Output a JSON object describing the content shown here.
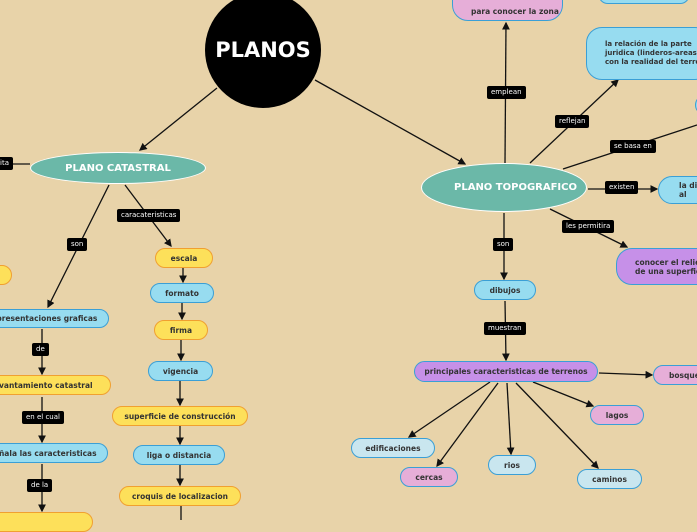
{
  "root": {
    "label": "PLANOS"
  },
  "catastral": {
    "label": "PLANO CATASTRAL",
    "edge_left": "ita",
    "edge_caracteristicas": "caracateristicas",
    "edge_son": "son",
    "edge_de": "de",
    "edge_en_el_cual": "en el cual",
    "edge_de_la": "de la",
    "left_chain": [
      "representaciones graficas",
      "levantamiento catastral",
      "señala las caracteristicas"
    ],
    "caracteristicas": [
      "escala",
      "formato",
      "firma",
      "vigencia",
      "superficie de construcción",
      "liga o distancia",
      "croquis de localizacion"
    ]
  },
  "topografico": {
    "label": "PLANO TOPOGRAFICO",
    "edge_emplean": "emplean",
    "edge_reflejan": "reflejan",
    "edge_se_basa_en": "se basa en",
    "edge_existen": "existen",
    "edge_les_permitira": "les permitira",
    "edge_son": "son",
    "edge_muestran": "muestran",
    "emplean_node": "para conocer la zona",
    "reflejan_node": "la relación de la parte juridica (linderos-areas) con la realidad del terreno",
    "existen_node": "la di de al",
    "permitira_node": "conocer el relieve de una superficie",
    "dibujos": "dibujos",
    "principales": "principales caracteristicas de terrenos",
    "elementos": [
      "bosque",
      "lagos",
      "edificaciones",
      "cercas",
      "rios",
      "caminos"
    ]
  }
}
